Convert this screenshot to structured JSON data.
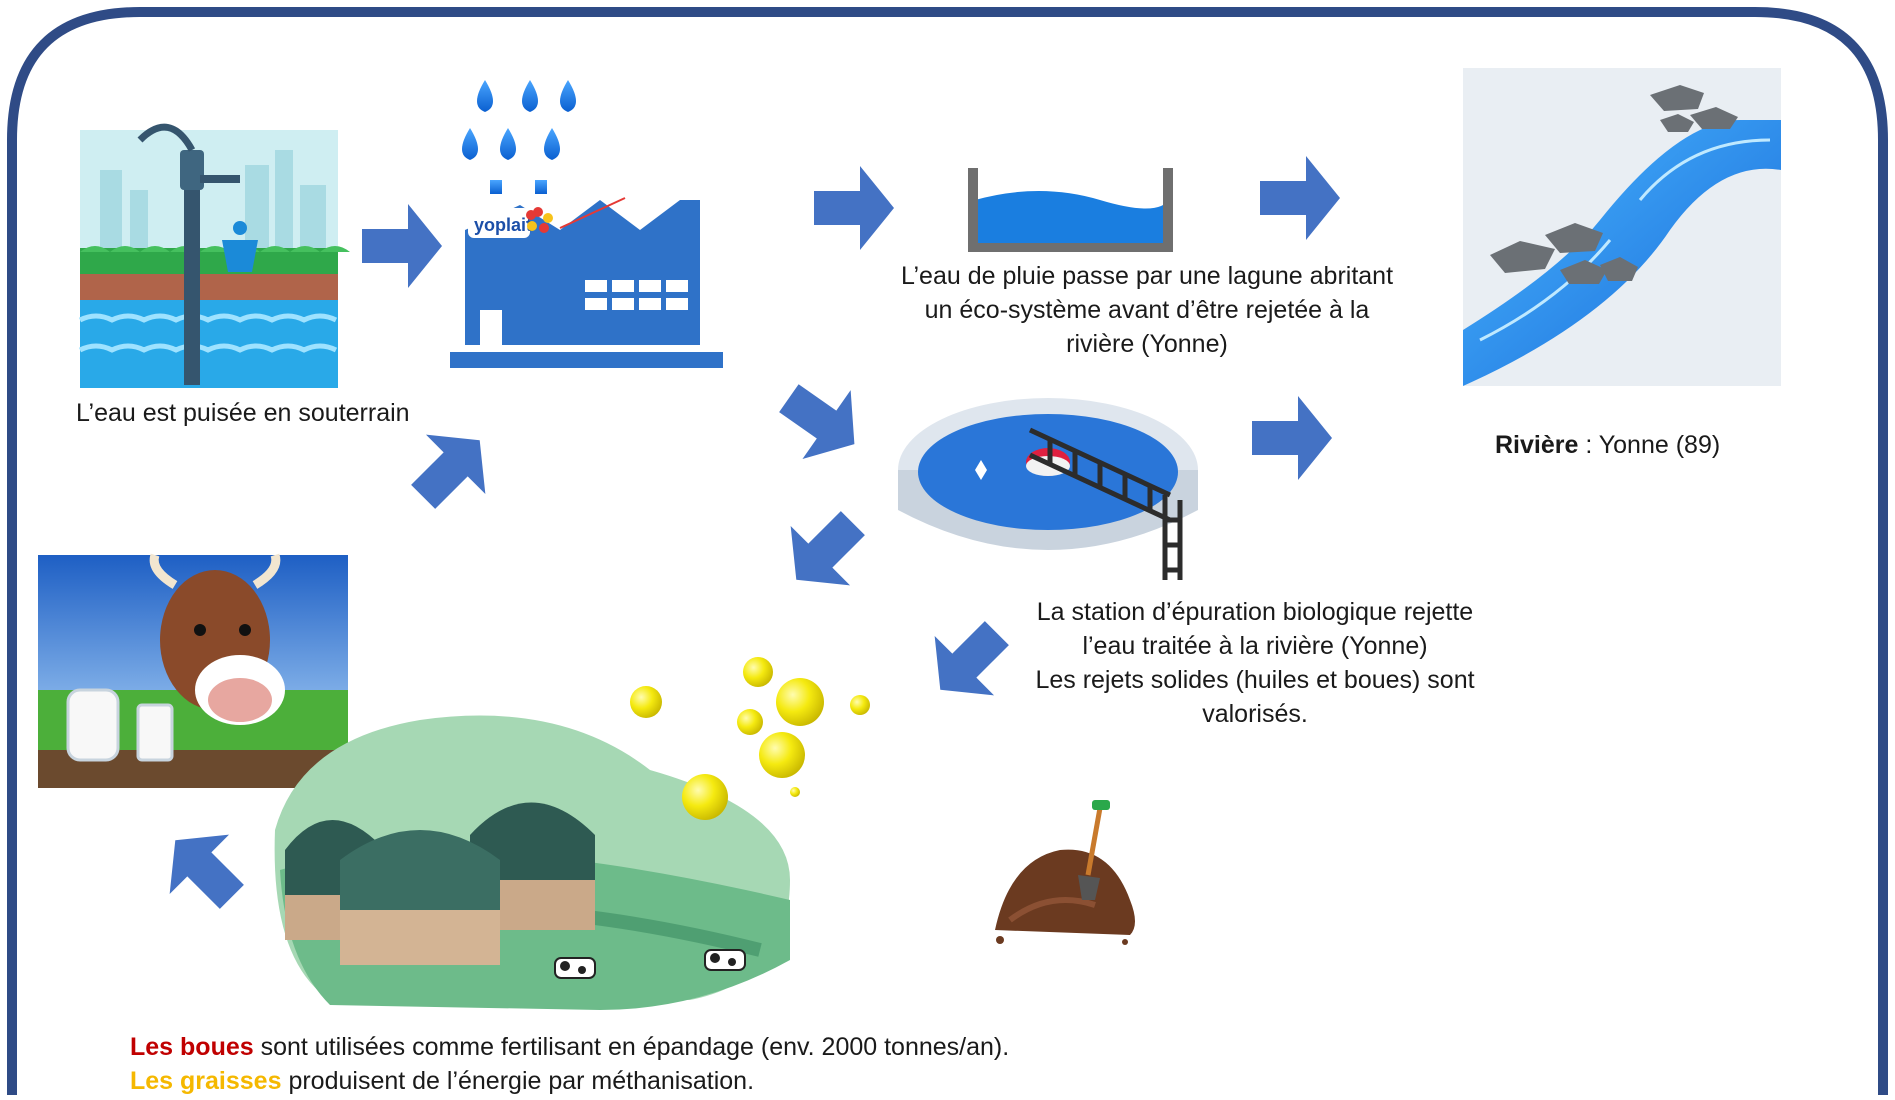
{
  "labels": {
    "pump_caption": "L’eau est puisée en souterrain",
    "lagoon_caption": [
      "L’eau de pluie passe par une lagune abritant",
      "un éco-système avant d’être rejetée à la",
      "rivière (Yonne)"
    ],
    "station_caption": [
      "La station d’épuration biologique rejette",
      "l’eau traitée à la rivière (Yonne)",
      "Les rejets solides (huiles et boues) sont",
      "valorisés."
    ],
    "river_bold": "Rivière",
    "river_rest": " : Yonne (89)",
    "factory_logo": "yoplait",
    "boues_bold": "Les boues",
    "boues_rest": " sont utilisées comme fertilisant en épandage (env. 2000 tonnes/an).",
    "graisses_bold": "Les graisses",
    "graisses_rest": " produisent de l’énergie par méthanisation."
  },
  "icons": {
    "pump": "water-pump-icon",
    "factory": "factory-icon",
    "rain": "rain-drops-icon",
    "lagoon": "lagoon-basin-icon",
    "station": "treatment-station-icon",
    "river": "river-icon",
    "cow": "cow-milk-icon",
    "biogas": "methanisation-icon",
    "soil": "soil-shovel-icon",
    "arrow": "arrow-icon"
  },
  "colors": {
    "frame": "#2f4b86",
    "arrow": "#4472c4",
    "water": "#1a7ee0",
    "factory": "#2f72c8",
    "boues": "#c00000",
    "graisses": "#f5b800"
  }
}
